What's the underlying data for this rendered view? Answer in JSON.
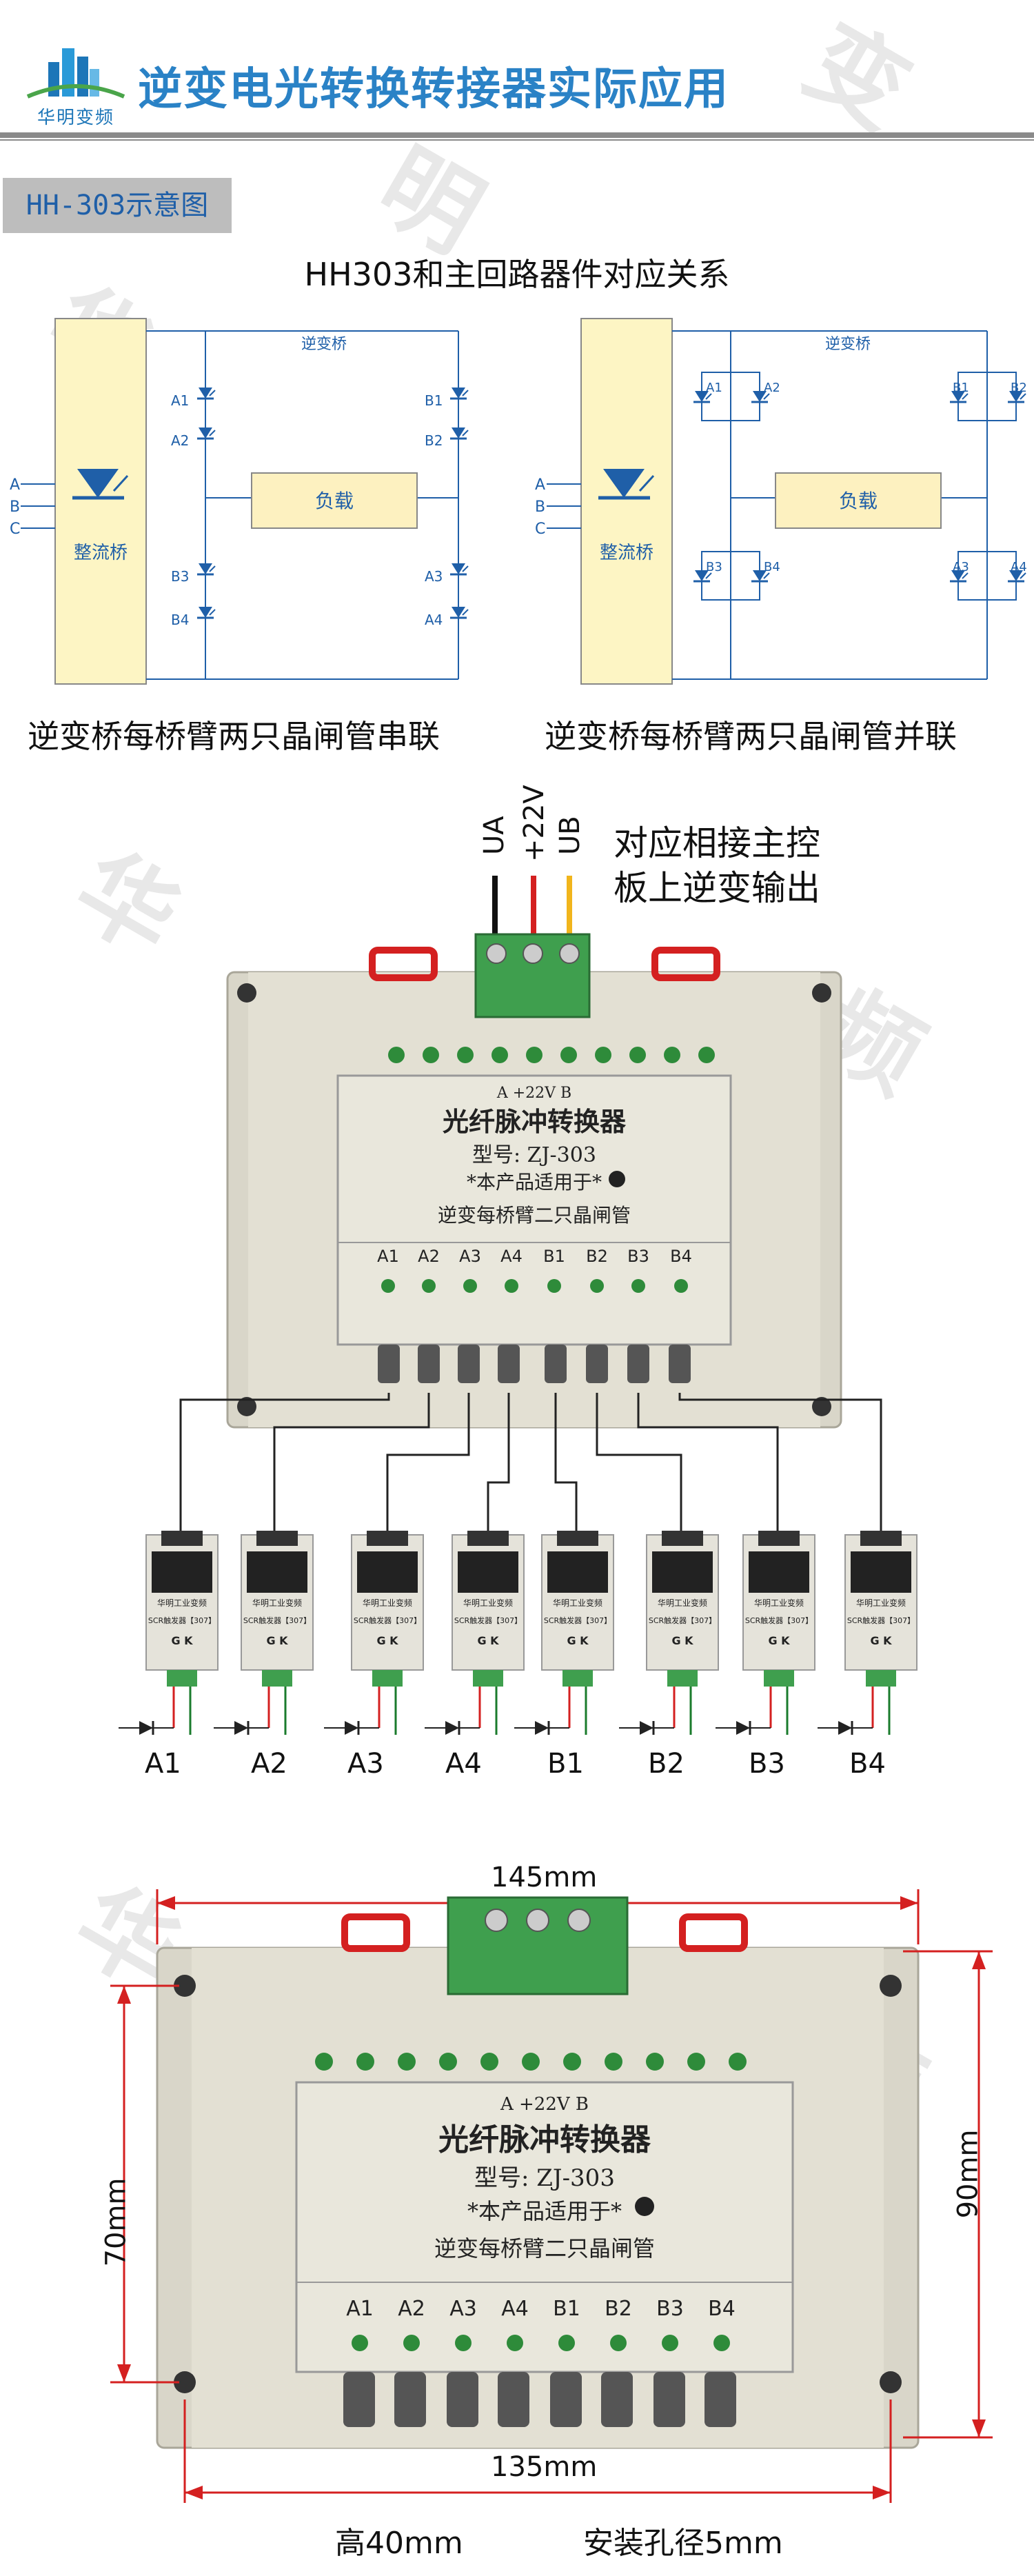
{
  "header": {
    "logo_text": "华明变频",
    "title": "逆变电光转换转接器实际应用"
  },
  "section_badge": "HH-303示意图",
  "diagram_title": "HH303和主回路器件对应关系",
  "diagram": {
    "inverter_bridge_label": "逆变桥",
    "rectifier_label": "整流桥",
    "load_label": "负载",
    "inputs": [
      "A",
      "B",
      "C"
    ],
    "left_thyristors": [
      "A1",
      "A2",
      "B3",
      "B4",
      "B1",
      "B2",
      "A3",
      "A4"
    ],
    "right_thyristors": [
      "A1",
      "A2",
      "B1",
      "B2",
      "B3",
      "B4",
      "A3",
      "A4"
    ],
    "left_caption": "逆变桥每桥臂两只晶闸管串联",
    "right_caption": "逆变桥每桥臂两只晶闸管并联"
  },
  "module": {
    "wires": [
      "UA",
      "+22V",
      "UB"
    ],
    "note_line1": "对应相接主控",
    "note_line2": "板上逆变输出",
    "top_terminals": "A +22V B",
    "product_name": "光纤脉冲转换器",
    "model": "型号: ZJ-303",
    "suitable": "*本产品适用于*",
    "application": "逆变每桥臂二只晶闸管",
    "channels": [
      "A1",
      "A2",
      "A3",
      "A4",
      "B1",
      "B2",
      "B3",
      "B4"
    ]
  },
  "drivers": {
    "brand": "华明工业变频",
    "type": "SCR触发器【307】",
    "pins": "G  K",
    "labels": [
      "A1",
      "A2",
      "A3",
      "A4",
      "B1",
      "B2",
      "B3",
      "B4"
    ]
  },
  "dimensions": {
    "width_top": "145mm",
    "width_bottom": "135mm",
    "height_left": "70mm",
    "height_right": "90mm",
    "depth": "高40mm",
    "hole": "安装孔径5mm"
  },
  "colors": {
    "title_blue": "#2a82c6",
    "diagram_blue": "#1f5fa8",
    "rectifier_fill": "#fdf5c4",
    "load_fill": "#fdf1c0",
    "case_grey": "#d9d6c9",
    "terminal_green": "#3f9f4e",
    "dimension_red": "#d42020"
  }
}
